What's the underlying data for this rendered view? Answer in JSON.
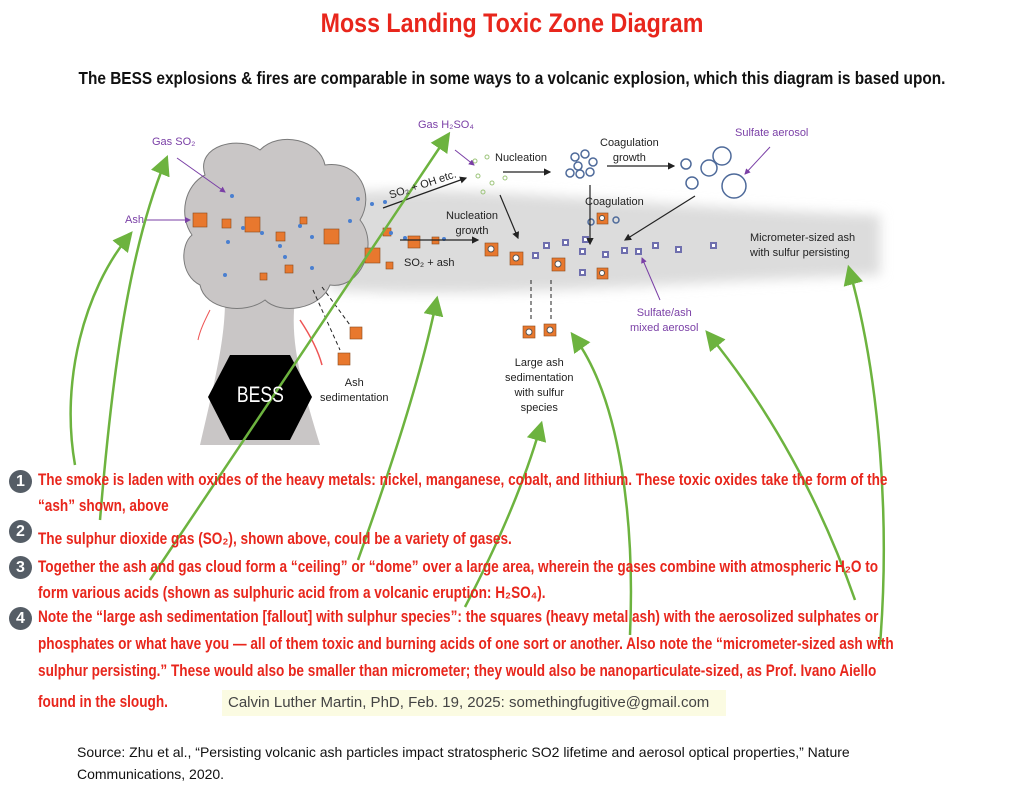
{
  "title": "Moss Landing Toxic Zone Diagram",
  "subtitle": "The BESS explosions & fires are comparable in some ways to a volcanic explosion, which this diagram is based upon.",
  "diagram": {
    "gas_so2": "Gas SO₂",
    "gas_h2so4": "Gas H₂SO₄",
    "ash": "Ash",
    "so2_oh": "SO₂ + OH etc.",
    "nucleation": "Nucleation",
    "coagulation_growth": [
      "Coagulation",
      "growth"
    ],
    "sulfate_aerosol": "Sulfate aerosol",
    "nucleation_growth": [
      "Nucleation",
      "growth"
    ],
    "coagulation": "Coagulation",
    "so2_ash": "SO₂ + ash",
    "micrometer": [
      "Micrometer-sized ash",
      "with sulfur persisting"
    ],
    "sulfate_ash": [
      "Sulfate/ash",
      "mixed aerosol"
    ],
    "large_ash": [
      "Large ash",
      "sedimentation",
      "with sulfur",
      "species"
    ],
    "ash_sedimentation": [
      "Ash",
      "sedimentation"
    ],
    "bess": "BESS"
  },
  "notes": [
    {
      "number": "1",
      "lines": [
        "The smoke is laden  with oxides of the heavy metals: nickel, manganese, cobalt, and lithium. These toxic oxides take the form of the",
        "“ash” shown, above"
      ]
    },
    {
      "number": "2",
      "lines": [
        "The sulphur dioxide gas (SO₂), shown above, could be a variety of gases."
      ]
    },
    {
      "number": "3",
      "lines": [
        "Together the ash and gas cloud form a “ceiling” or “dome” over a large area, wherein the gases combine with atmospheric H₂O to",
        "form various acids (shown as sulphuric acid from a volcanic eruption: H₂SO₄)."
      ]
    },
    {
      "number": "4",
      "lines": [
        "Note the “large ash sedimentation [fallout] with sulphur species”: the squares (heavy metal ash) with the aerosolized sulphates or",
        "phosphates or what have you — all of them toxic and burning acids of one sort or another. Also note the “micrometer-sized ash with",
        "sulphur persisting.” These would also be smaller than micrometer; they would also be nanoparticulate-sized, as Prof. Ivano Aiello",
        "found in the slough."
      ]
    }
  ],
  "signature": "Calvin Luther Martin, PhD, Feb. 19, 2025: somethingfugitive@gmail.com",
  "source": [
    "Source: Zhu et al., “Persisting volcanic ash particles impact stratospheric SO2 lifetime and aerosol optical properties,” Nature",
    "Communications, 2020."
  ],
  "colors": {
    "title": "#e8261c",
    "arrow": "#6db33f",
    "ash": "#e8782e",
    "label": "#7a3fa6"
  }
}
